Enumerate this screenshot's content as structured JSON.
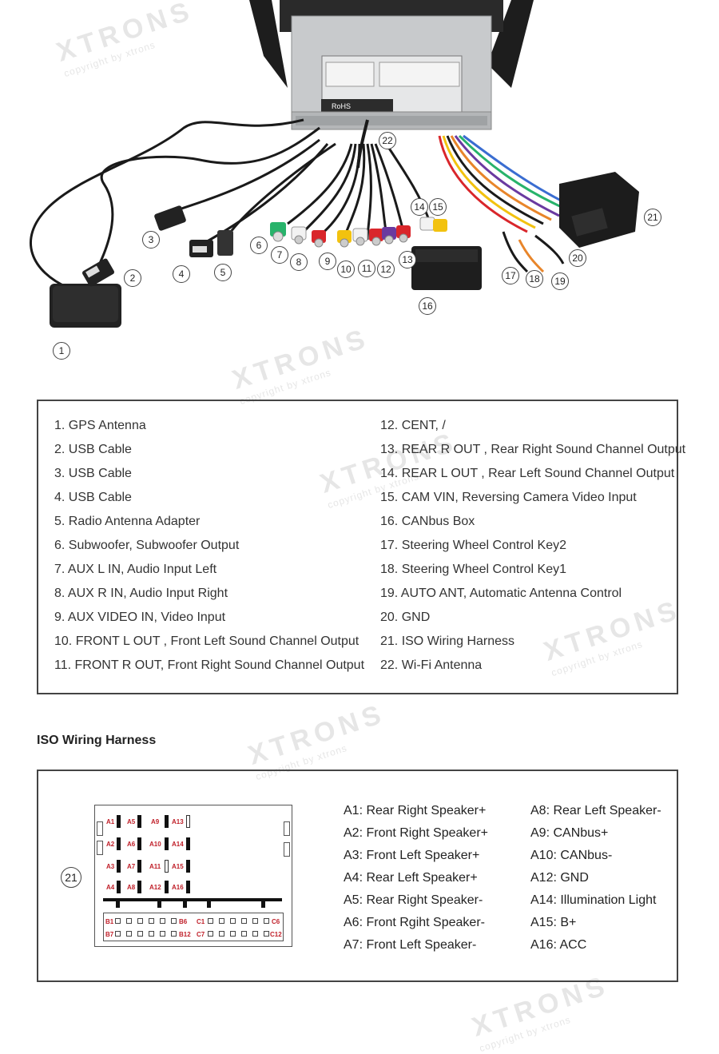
{
  "watermark": {
    "brand": "XTRONS",
    "sub": "copyright by xtrons"
  },
  "photo_label": {
    "rohs": "RoHS"
  },
  "callouts": [
    "1",
    "2",
    "3",
    "4",
    "5",
    "6",
    "7",
    "8",
    "9",
    "10",
    "11",
    "12",
    "13",
    "14",
    "15",
    "16",
    "17",
    "18",
    "19",
    "20",
    "21",
    "22"
  ],
  "legend": {
    "left": [
      "1. GPS Antenna",
      "2. USB Cable",
      "3. USB Cable",
      "4. USB Cable",
      "5. Radio Antenna Adapter",
      "6. Subwoofer, Subwoofer Output",
      "7. AUX L IN, Audio Input Left",
      "8. AUX R IN, Audio Input Right",
      "9. AUX VIDEO IN, Video Input",
      "10. FRONT L OUT , Front Left Sound Channel Output",
      "11. FRONT R OUT, Front Right Sound Channel Output"
    ],
    "right": [
      "12. CENT, /",
      "13. REAR R OUT , Rear Right Sound Channel Output",
      "14. REAR L OUT , Rear Left Sound Channel Output",
      "15. CAM VIN, Reversing Camera Video Input",
      "16. CANbus Box",
      "17. Steering Wheel Control Key2",
      "18. Steering Wheel Control Key1",
      "19. AUTO ANT, Automatic Antenna Control",
      "20. GND",
      "21. ISO Wiring Harness",
      "22. Wi-Fi Antenna"
    ]
  },
  "iso": {
    "title": "ISO Wiring Harness",
    "callout": "21",
    "pins_left": [
      "A1: Rear Right Speaker+",
      "A2: Front Right Speaker+",
      "A3: Front Left Speaker+",
      "A4: Rear Left Speaker+",
      "A5: Rear Right Speaker-",
      "A6: Front Rgiht Speaker-",
      "A7: Front Left Speaker-"
    ],
    "pins_right": [
      "A8: Rear Left Speaker-",
      "A9: CANbus+",
      "A10: CANbus-",
      "A12: GND",
      "A14: Illumination Light",
      "A15: B+",
      "A16: ACC"
    ],
    "connector_labels": {
      "A1": "A1",
      "A2": "A2",
      "A3": "A3",
      "A4": "A4",
      "A5": "A5",
      "A6": "A6",
      "A7": "A7",
      "A8": "A8",
      "A9": "A9",
      "A10": "A10",
      "A11": "A11",
      "A12": "A12",
      "A13": "A13",
      "A14": "A14",
      "A15": "A15",
      "A16": "A16",
      "B1": "B1",
      "B6": "B6",
      "B7": "B7",
      "B12": "B12",
      "C1": "C1",
      "C6": "C6",
      "C7": "C7",
      "C12": "C12"
    }
  },
  "colors": {
    "red": "#d9262b",
    "white": "#f2f2f2",
    "yellow": "#f2c20f",
    "green": "#28b36b",
    "purple": "#6a3aa0",
    "black": "#1a1a1a",
    "orange": "#e8852a",
    "pin_label": "#c0202a"
  }
}
